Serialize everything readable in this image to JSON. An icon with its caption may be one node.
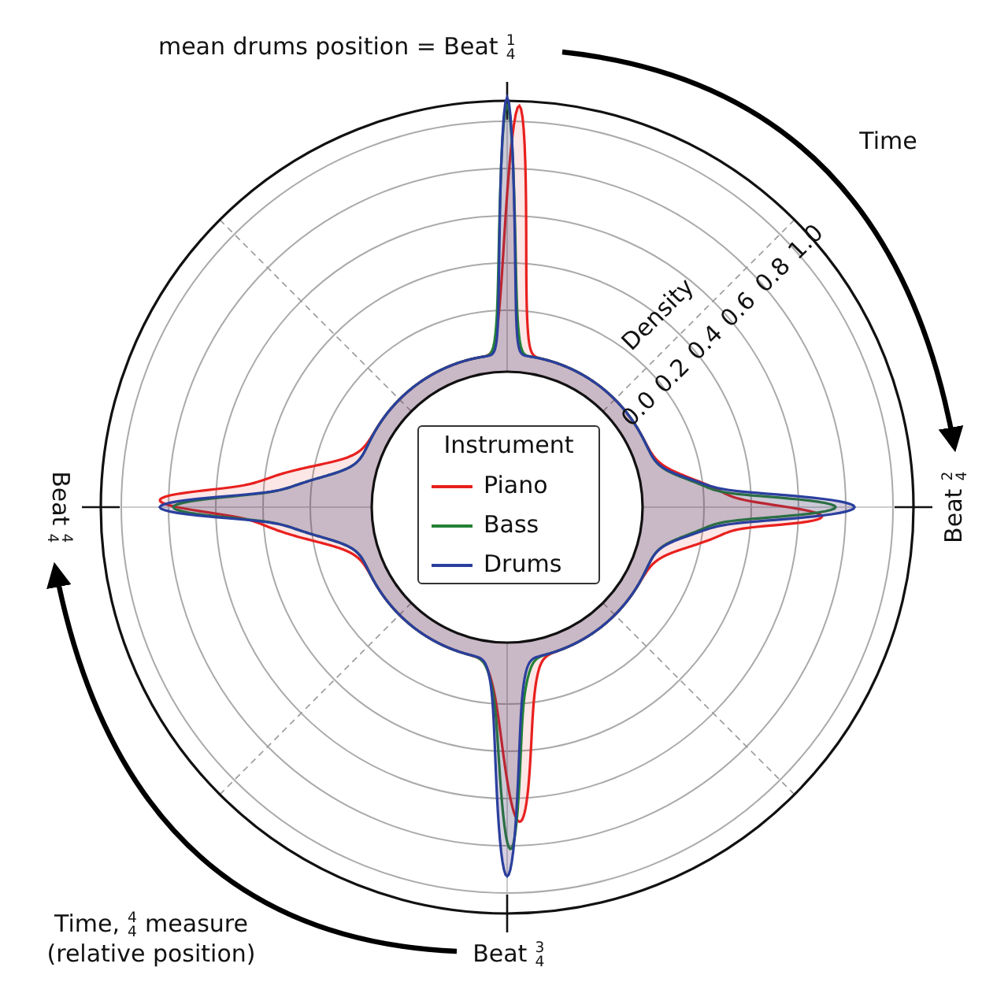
{
  "diagram": {
    "labels": [
      "mean drums position = Beat $^{1}$$_{4}$",
      "Time",
      "Density",
      "0.0",
      "0.2",
      "0.4",
      "0.6",
      "0.8",
      "1.0",
      "Instrument",
      "Beat $^{4}$$_{4}$",
      "Beat $^{2}$$_{4}$",
      "Time, $^{4}$$_{4}$ measure (relative position)",
      "Beat $^{3}$$_{4}$"
    ],
    "legend": [
      {
        "text": "Piano"
      },
      {
        "text": "Bass"
      },
      {
        "text": "Drums"
      }
    ]
  }
}
